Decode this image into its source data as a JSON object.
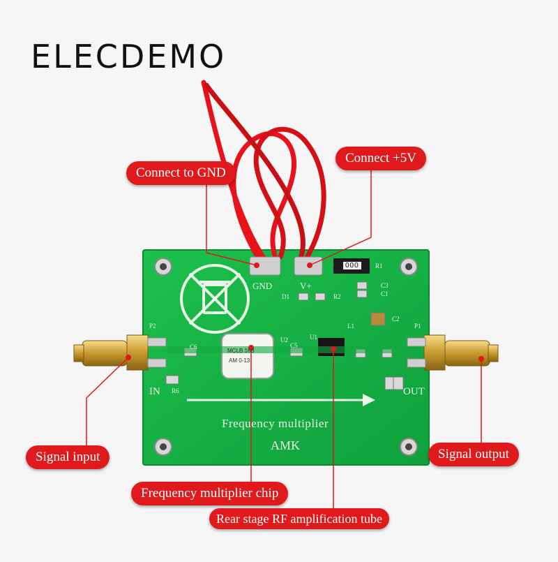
{
  "brand": "ELECDEMO",
  "board": {
    "title": "Frequency multiplier",
    "model": "AMK",
    "pins": {
      "gnd": "GND",
      "vplus": "V+",
      "in": "IN",
      "out": "OUT"
    },
    "refs": [
      "P2",
      "P1",
      "U2",
      "U1",
      "R1",
      "R2",
      "C3",
      "C1",
      "C2",
      "L1",
      "D1",
      "C6",
      "C5",
      "R6"
    ],
    "chip_marking_1": "MCLB 16B",
    "chip_marking_2": "AM 0-13",
    "resistor_marking": "000"
  },
  "callouts": {
    "gnd": "Connect to GND",
    "vcc": "Connect +5V",
    "input": "Signal input",
    "output": "Signal output",
    "chip": "Frequency multiplier chip",
    "amp": "Rear stage RF amplification tube"
  },
  "colors": {
    "pcb": "#16b446",
    "callout": "#e0191c",
    "wire": "#e8121a",
    "gold": "#d9a93a"
  }
}
